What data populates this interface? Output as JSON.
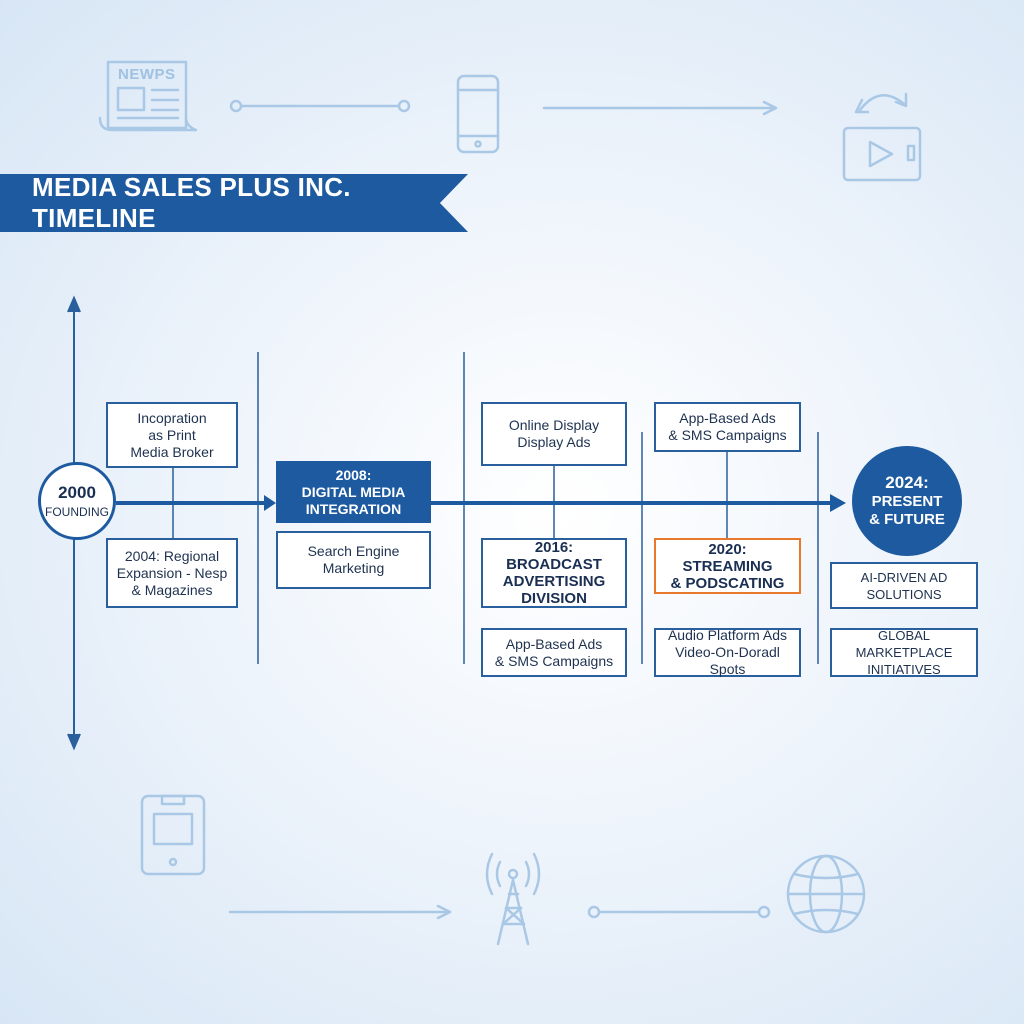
{
  "banner": {
    "title": "MEDIA SALES PLUS INC. TIMELINE"
  },
  "newspaper_icon": {
    "label": "NEWPS"
  },
  "start": {
    "year": "2000",
    "label": "FOUNDING"
  },
  "end": {
    "year": "2024:",
    "label": "PRESENT\n& FUTURE"
  },
  "boxes": {
    "incorporation": "Incopration\nas Print\nMedia Broker",
    "regional": "2004: Regional\nExpansion - Nesp\n& Magazines",
    "digital": "2008:\nDIGITAL MEDIA\nINTEGRATION",
    "search": "Search Engine\nMarketing",
    "online_display": "Online Display\nDisplay Ads",
    "broadcast": "2016: BROADCAST\nADVERTISING\nDIVISION",
    "app_ads_bottom": "App-Based Ads\n& SMS Campaigns",
    "app_ads_top": "App-Based Ads\n& SMS Campaigns",
    "streaming": "2020: STREAMING\n& PODSCATING",
    "audio": "Audio Platform Ads\nVideo-On-Doradl Spots",
    "ai": "AI-DRIVEN AD\nSOLUTIONS",
    "global": "GLOBAL MARKETPLACE\nINITIATIVES"
  },
  "colors": {
    "primary": "#1d5aa0",
    "accent": "#e8792b",
    "icon": "#9fc1e2"
  }
}
